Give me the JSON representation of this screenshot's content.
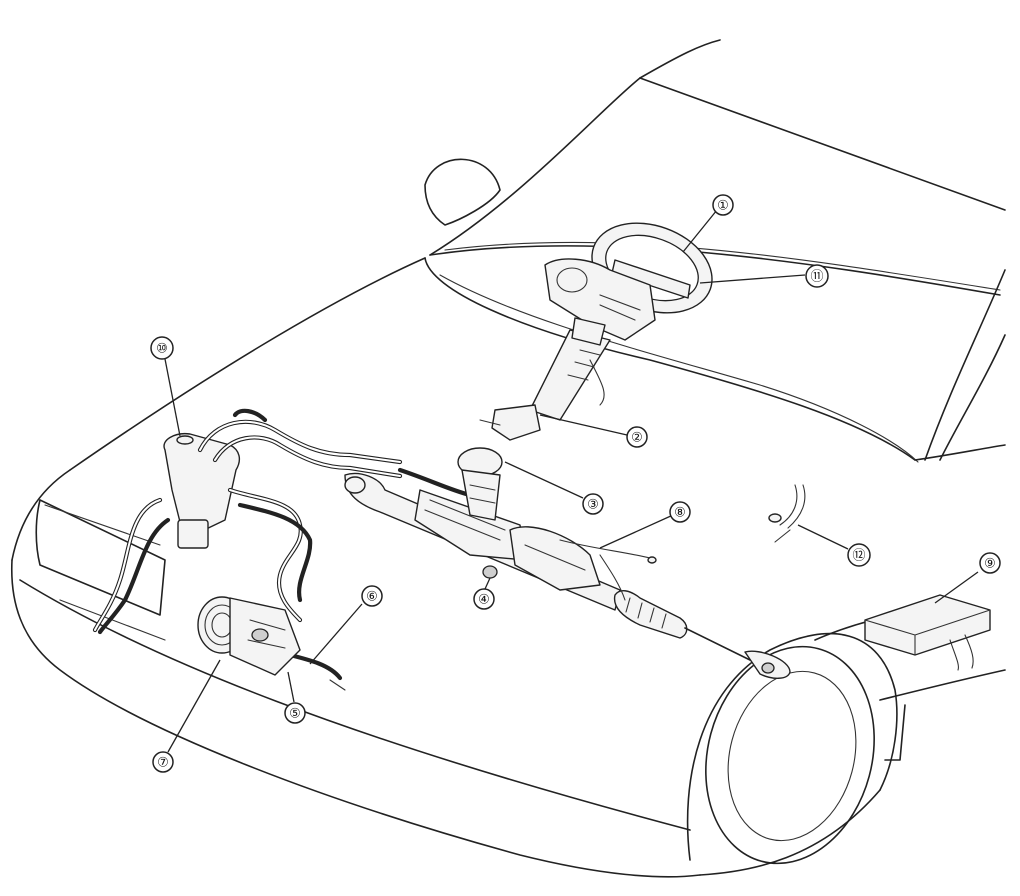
{
  "callouts": [
    {
      "id": "c1",
      "label": "①"
    },
    {
      "id": "c2",
      "label": "②"
    },
    {
      "id": "c3",
      "label": "③"
    },
    {
      "id": "c4",
      "label": "④"
    },
    {
      "id": "c5",
      "label": "⑤"
    },
    {
      "id": "c6",
      "label": "⑥"
    },
    {
      "id": "c7",
      "label": "⑦"
    },
    {
      "id": "c8",
      "label": "⑧"
    },
    {
      "id": "c9",
      "label": "⑨"
    },
    {
      "id": "c10",
      "label": "⑩"
    },
    {
      "id": "c11",
      "label": "⑪"
    },
    {
      "id": "c12",
      "label": "⑫"
    }
  ]
}
